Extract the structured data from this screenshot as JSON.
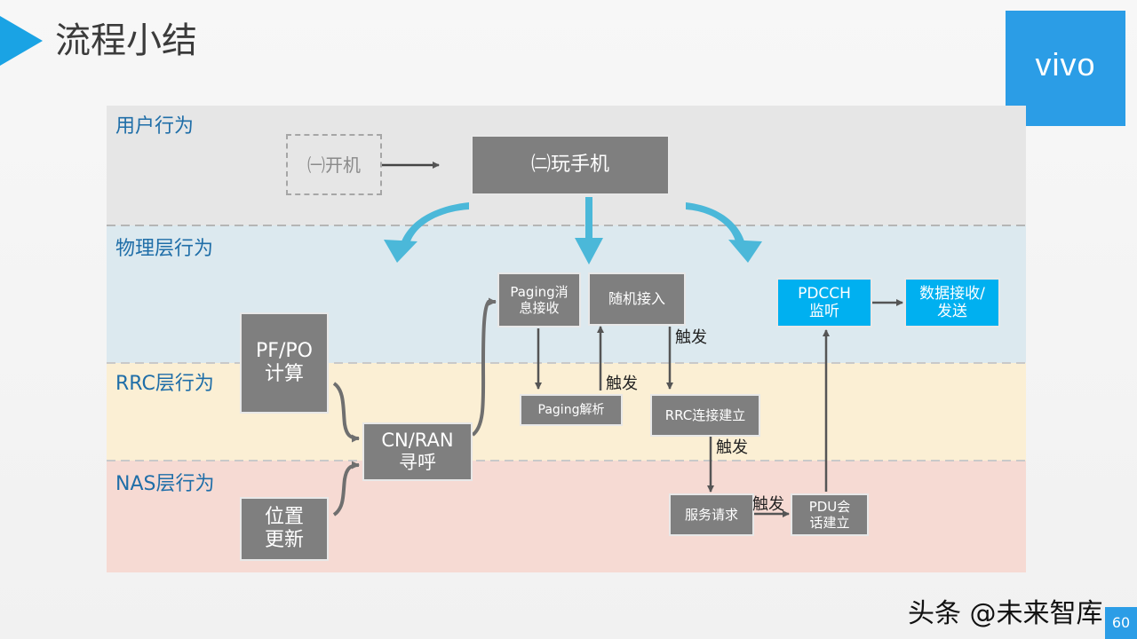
{
  "title": "流程小结",
  "logo": "vivo",
  "page_number": "60",
  "watermark": "头条 @未来智库",
  "bands": {
    "user": "用户行为",
    "phy": "物理层行为",
    "rrc": "RRC层行为",
    "nas": "NAS层行为"
  },
  "nodes": {
    "power_on": "㈠开机",
    "play_phone": "㈡玩手机",
    "pfpo_line1": "PF/PO",
    "pfpo_line2": "计算",
    "location_line1": "位置",
    "location_line2": "更新",
    "cnran_line1": "CN/RAN",
    "cnran_line2": "寻呼",
    "paging_recv_line1": "Paging消",
    "paging_recv_line2": "息接收",
    "random_access": "随机接入",
    "paging_parse": "Paging解析",
    "rrc_setup": "RRC连接建立",
    "service_request": "服务请求",
    "pdu_line1": "PDU会",
    "pdu_line2": "话建立",
    "pdcch_line1": "PDCCH",
    "pdcch_line2": "监听",
    "data_line1": "数据接收/",
    "data_line2": "发送"
  },
  "edge_labels": {
    "trigger1": "触发",
    "trigger2": "触发",
    "trigger3": "触发",
    "trigger4": "触发"
  },
  "colors": {
    "accent": "#1aa3e4",
    "user_band": "#e6e6e6",
    "phy_band": "#dce9ef",
    "rrc_band": "#fbefd4",
    "nas_band": "#f6dad3",
    "box_gray": "#7f7f7f",
    "box_blue": "#00b0f0"
  }
}
